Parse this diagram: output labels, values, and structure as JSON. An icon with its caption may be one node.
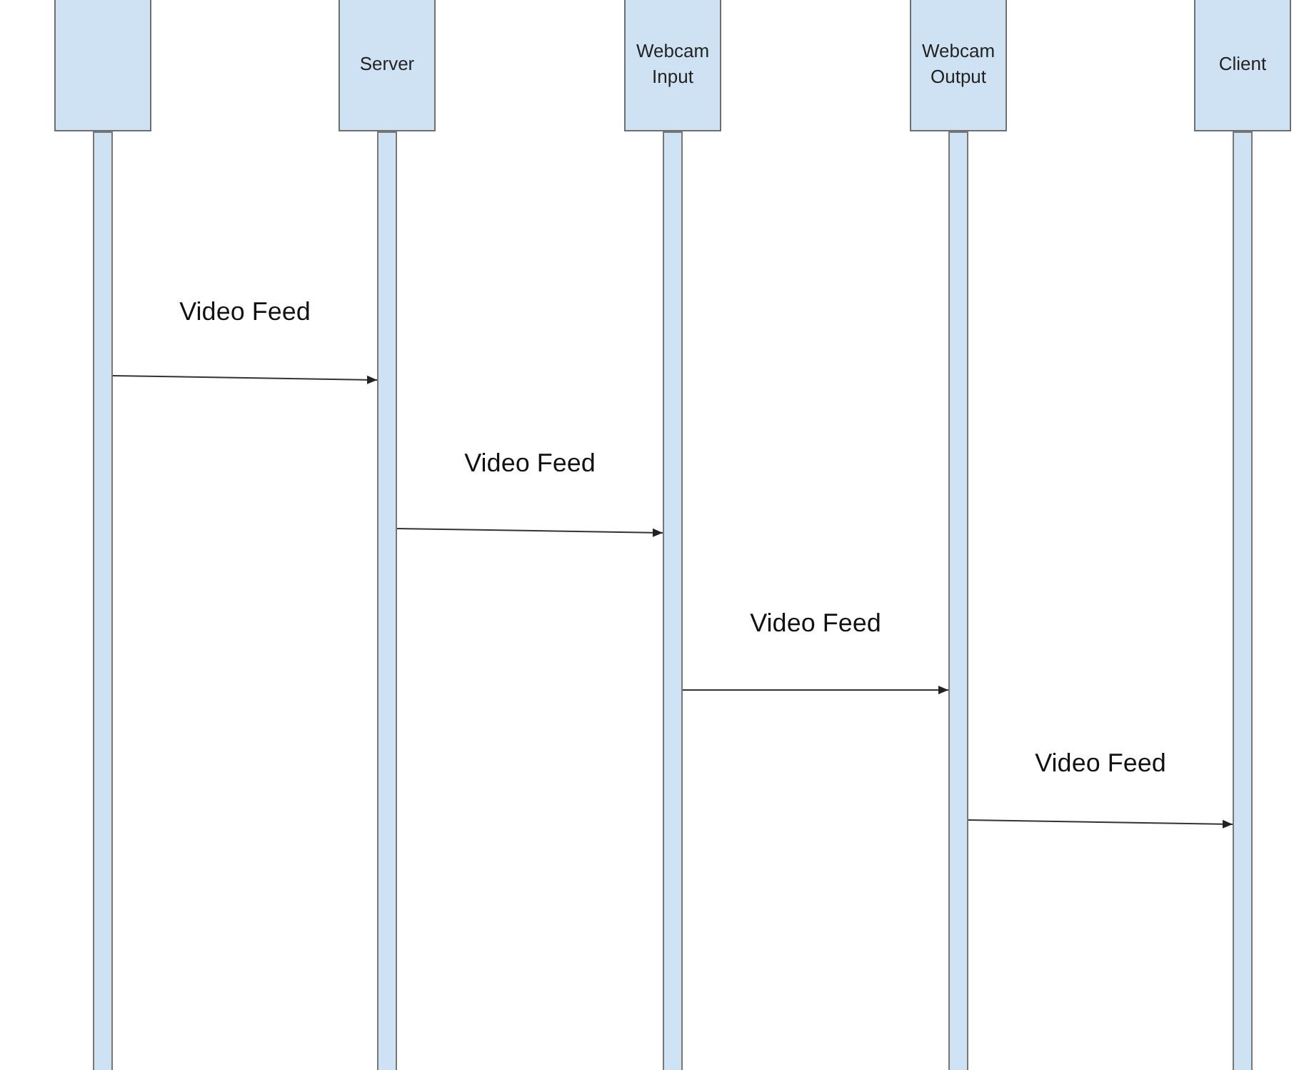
{
  "diagram": {
    "nodes": [
      {
        "text": [],
        "shape": "box"
      },
      {
        "text": [
          "Server"
        ]
      },
      {
        "text": [
          "Webcam Input"
        ]
      },
      {
        "text": [
          "Webcam Output"
        ]
      },
      {
        "text": [
          "Client"
        ]
      },
      {
        "text": [],
        "shape": "bar"
      },
      {
        "text": [],
        "shape": "bar"
      },
      {
        "text": [],
        "shape": "bar"
      },
      {
        "text": [],
        "shape": "bar"
      },
      {
        "text": [],
        "shape": "bar"
      }
    ],
    "edges": [
      {
        "from": 5,
        "to": 6,
        "arrow": "to",
        "label": "Video Feed"
      },
      {
        "from": 6,
        "to": 7,
        "arrow": "to",
        "label": "Video Feed"
      },
      {
        "from": 7,
        "to": 8,
        "arrow": "to",
        "label": "Video Feed"
      },
      {
        "from": 8,
        "to": 9,
        "arrow": "to",
        "label": "Video Feed"
      }
    ]
  }
}
